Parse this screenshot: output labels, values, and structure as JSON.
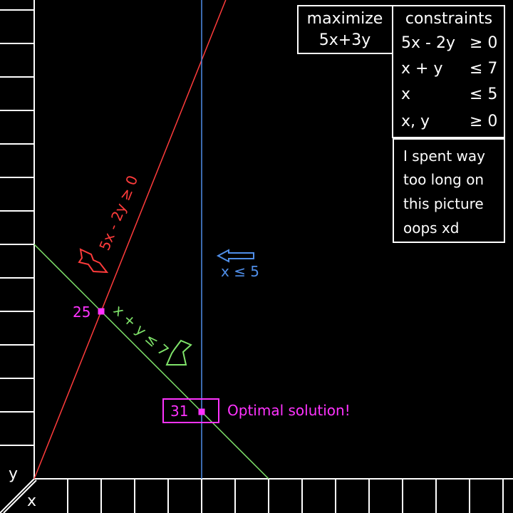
{
  "objective": {
    "title": "maximize",
    "expression": "5x+3y"
  },
  "constraints": {
    "header": "constraints",
    "rows": [
      {
        "lhs": "5x - 2y",
        "op": "≥ 0"
      },
      {
        "lhs": "x + y",
        "op": "≤ 7"
      },
      {
        "lhs": "x",
        "op": "≤ 5"
      },
      {
        "lhs": "x, y",
        "op": "≥ 0"
      }
    ]
  },
  "note": {
    "lines": [
      "I spent way",
      "too long on",
      "this picture",
      "oops xd"
    ]
  },
  "axes": {
    "x_label": "x",
    "y_label": "y"
  },
  "lines": {
    "red": {
      "label": "5x - 2y ≥ 0",
      "color": "#ff3b3b"
    },
    "green": {
      "label": "x + y ≤ 7",
      "color": "#7fe36a"
    },
    "blue": {
      "label": "x ≤ 5",
      "color": "#4f8ee8"
    }
  },
  "points": {
    "intersection": {
      "x": 2,
      "y": 5,
      "value": "25"
    },
    "optimal": {
      "x": 5,
      "y": 2,
      "value": "31",
      "caption": "Optimal solution!"
    }
  },
  "colors": {
    "grid": "#ffffff",
    "point": "#ff33ff",
    "background": "#000000"
  }
}
